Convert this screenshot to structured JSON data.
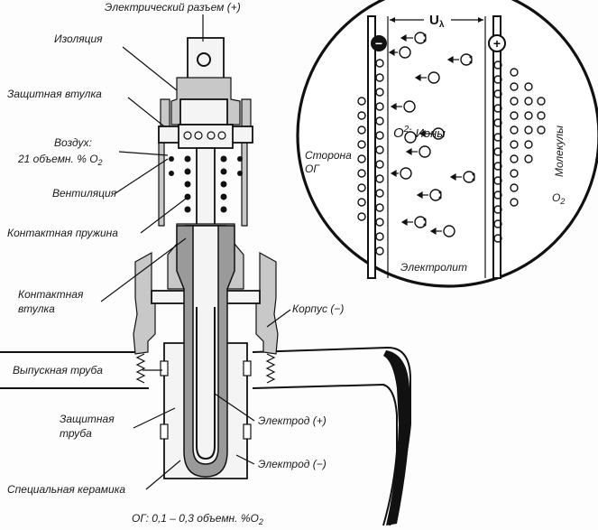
{
  "labels": {
    "connector": "Электрический разъем (+)",
    "insulation": "Изоляция",
    "protective_sleeve": "Защитная втулка",
    "air_1": "Воздух:",
    "air_2": "21 объемн. % O",
    "air_sub": "2",
    "ventilation": "Вентиляция",
    "contact_spring": "Контактная пружина",
    "contact_sleeve_1": "Контактная",
    "contact_sleeve_2": "втулка",
    "housing": "Корпус (−)",
    "exhaust_pipe": "Выпускная труба",
    "protective_tube_1": "Защитная",
    "protective_tube_2": "труба",
    "electrode_plus": "Электрод (+)",
    "electrode_minus": "Электрод (−)",
    "special_ceramic": "Специальная керамика",
    "bottom_note": "ОГ: 0,1 – 0,3 объемн. %O",
    "bottom_note_sub": "2"
  },
  "inset": {
    "voltage_label": "U",
    "voltage_sub": "λ",
    "minus_terminal": "−",
    "plus_terminal": "+",
    "ions_prefix": "O",
    "ions_superscript": "2-",
    "ions_label": "Ионы",
    "exhaust_side_1": "Сторона",
    "exhaust_side_2": "ОГ",
    "molecules_label": "Молекулы",
    "o2_label": "O",
    "o2_sub": "2",
    "electrolyte_label": "Электролит"
  }
}
